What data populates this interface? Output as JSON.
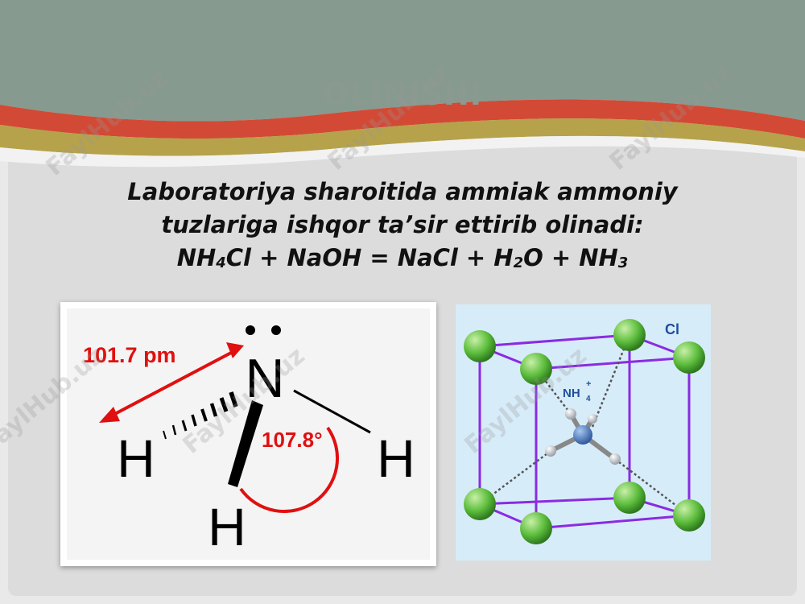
{
  "slide": {
    "title": "OLINISHI",
    "body_lines": [
      "Laboratoriya sharoitida ammiak ammoniy",
      "tuzlariga ishqor ta’sir ettirib olinadi:"
    ],
    "equation": {
      "p1": "NH",
      "s1": "4",
      "p2": "Cl + NaOH = NaCl + H",
      "s2": "2",
      "p3": "O + NH",
      "s3": "3"
    }
  },
  "ammonia_figure": {
    "bond_length_label": "101.7 pm",
    "angle_label": "107.8°",
    "center_atom": "N",
    "h_atom": "H"
  },
  "crystal_figure": {
    "cl_label": "Cl",
    "ion_label": "NH",
    "ion_sub": "4",
    "ion_sup": "+"
  },
  "watermark": "FaylHub.uz",
  "colors": {
    "header_gray": "#879a8f",
    "red_band": "#d24a35",
    "olive_band": "#b6a24a",
    "lattice": "#8a2be2",
    "chlorine": "#5cbd3c",
    "nitrogen": "#3f6fb5"
  }
}
